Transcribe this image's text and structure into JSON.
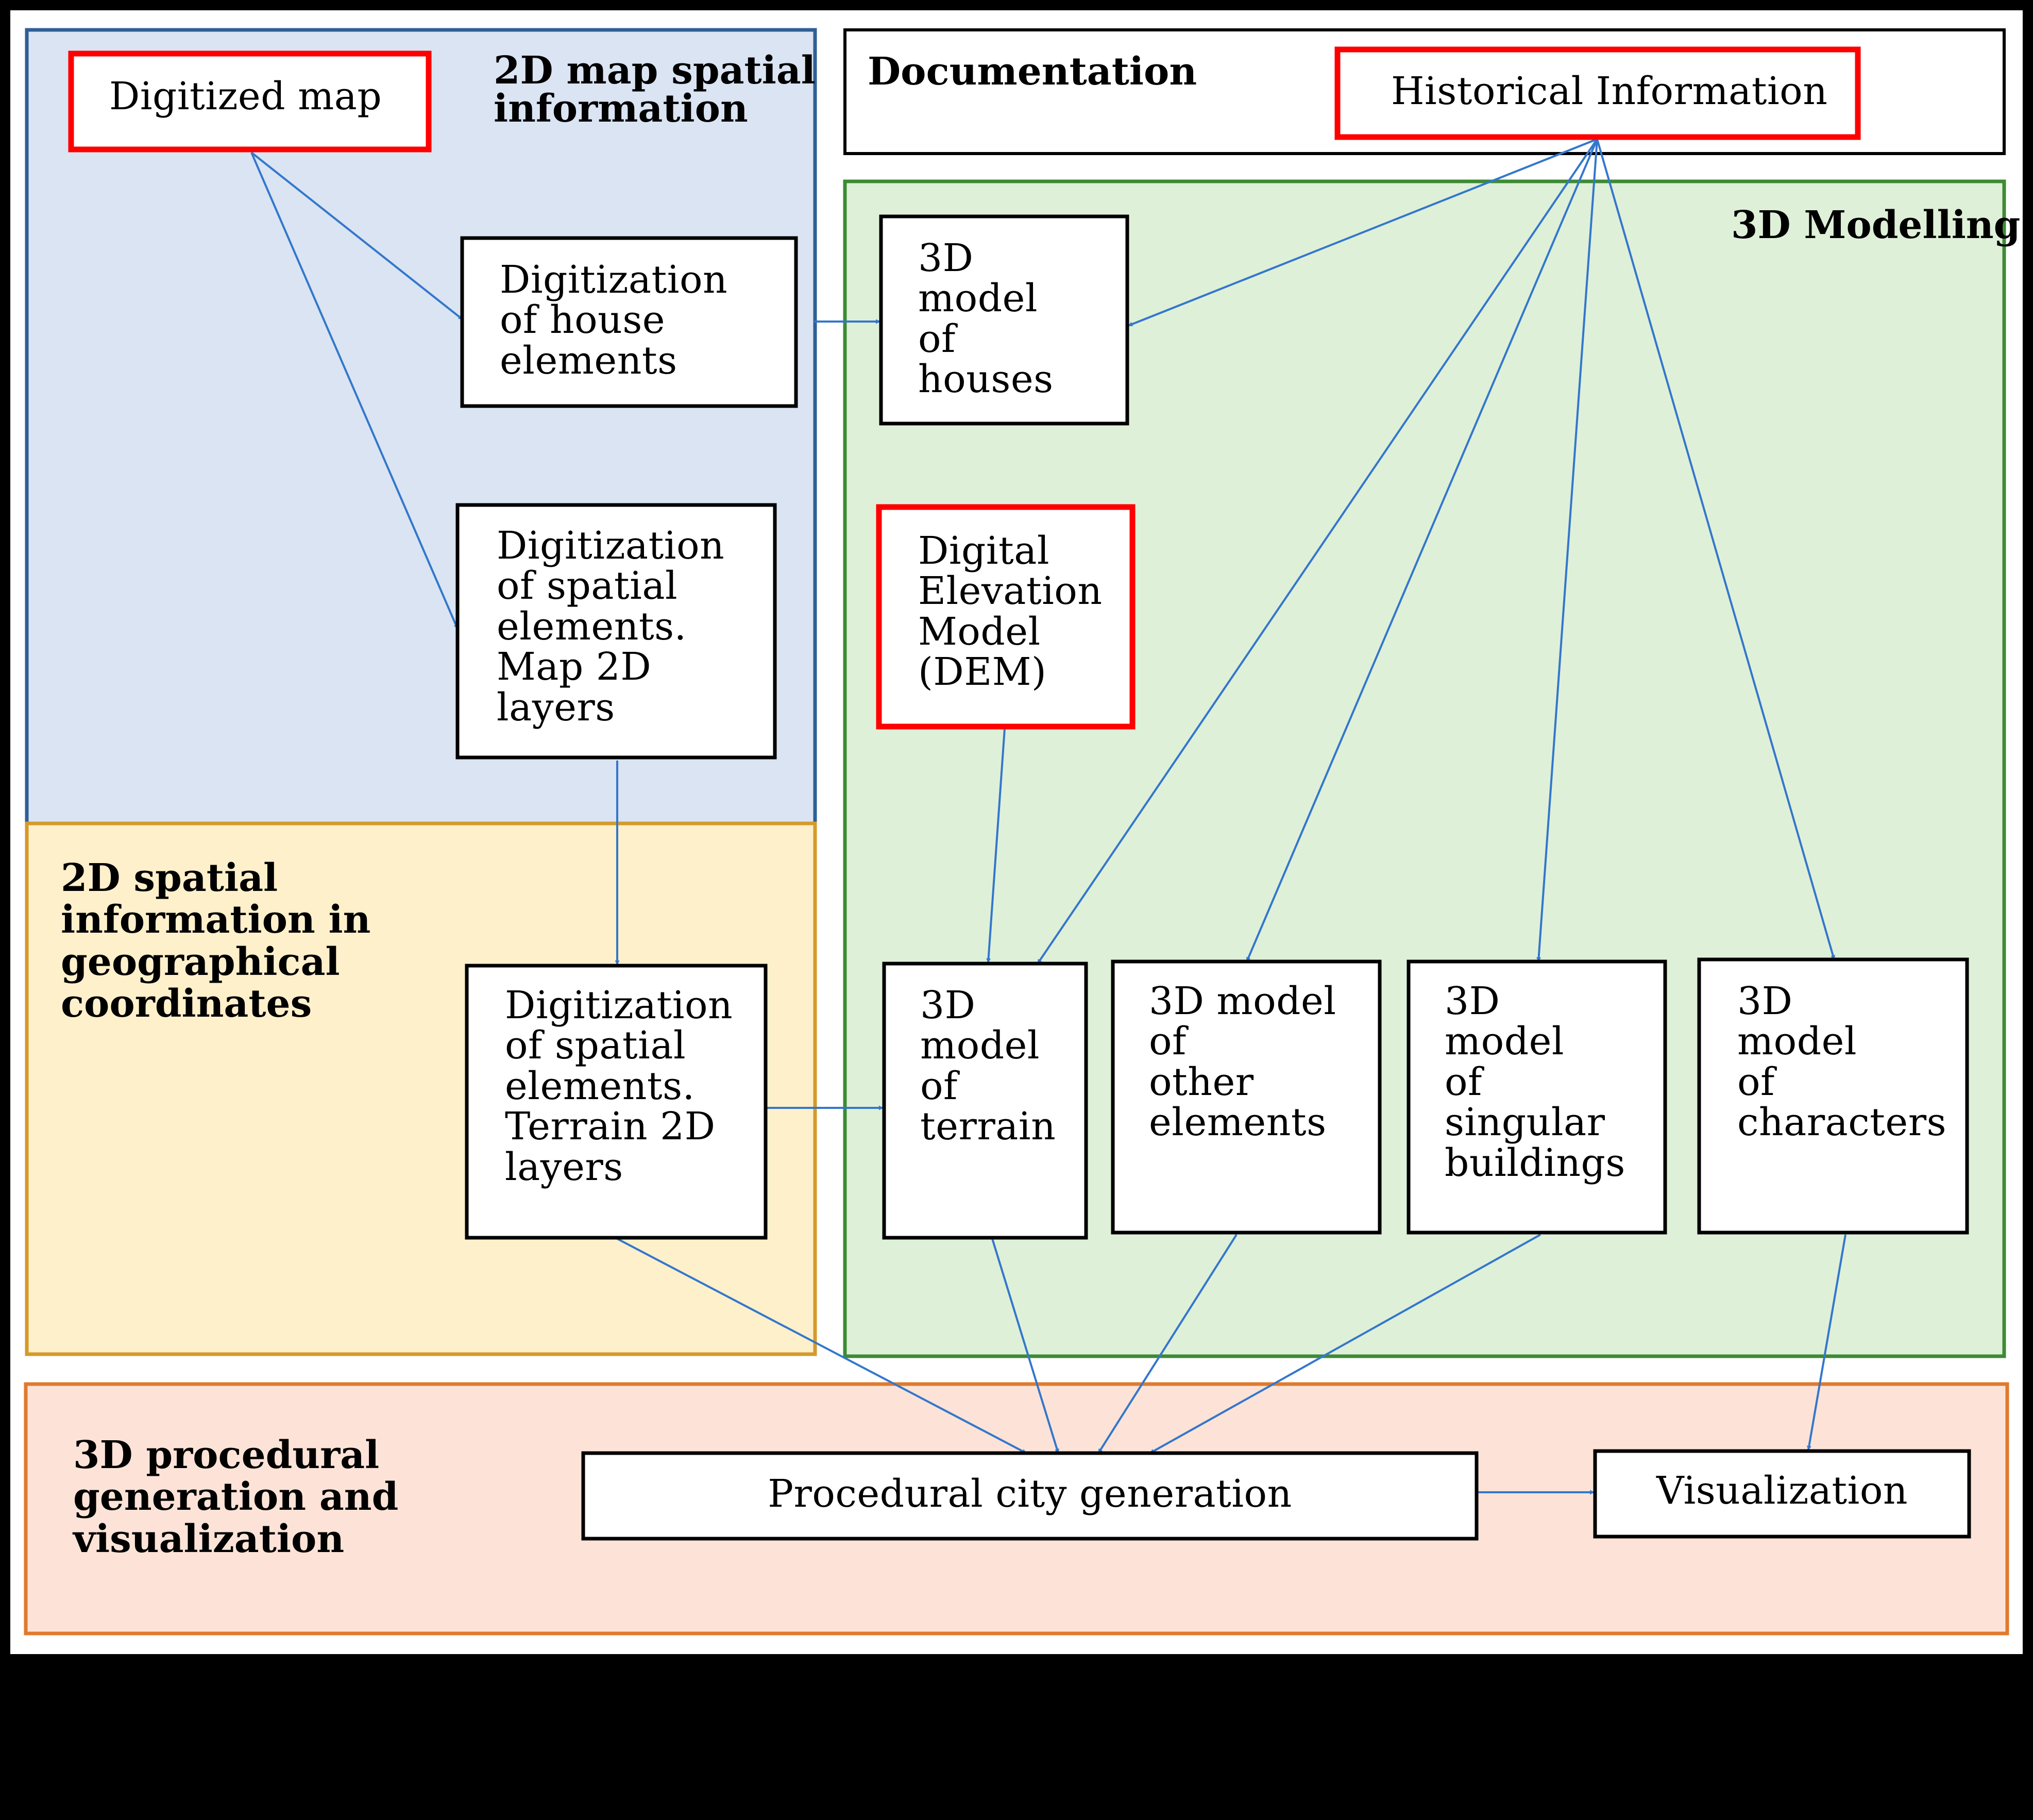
{
  "colors": {
    "page_background": "#000000",
    "canvas_background": "#ffffff",
    "blue_region_fill": "#dae4f2",
    "blue_region_border": "#2f5f96",
    "yellow_region_fill": "#fdf0cb",
    "yellow_region_border": "#d49a2a",
    "green_region_fill": "#dff0d9",
    "green_region_border": "#3d8b35",
    "orange_region_fill": "#fde3d7",
    "orange_region_border": "#e07a2f",
    "highlight_border": "#ff0000",
    "node_border": "#000000",
    "arrow": "#3377cc"
  },
  "regions": {
    "map2d": "2D map spatial\ninformation",
    "spatial2d": "2D spatial\ninformation in\ngeographical\ncoordinates",
    "documentation": "Documentation",
    "modelling": "3D Modelling",
    "procedural": "3D procedural\ngeneration and\nvisualization"
  },
  "nodes": {
    "digitized_map": "Digitized map",
    "historical_info": "Historical Information",
    "digit_house": "Digitization\nof house\nelements",
    "digit_spatial_map": "Digitization\nof spatial\nelements.\nMap 2D\nlayers",
    "digit_spatial_terrain": "Digitization\nof spatial\nelements.\nTerrain 2D\nlayers",
    "model_houses": "3D\nmodel\nof\nhouses",
    "dem": "Digital\nElevation\nModel\n(DEM)",
    "model_terrain": "3D\nmodel\nof\nterrain",
    "model_other": "3D model\nof\nother\nelements",
    "model_singular": "3D\nmodel\nof\nsingular\nbuildings",
    "model_characters": "3D\nmodel\nof\ncharacters",
    "procedural_city": "Procedural city generation",
    "visualization": "Visualization"
  },
  "edges": [
    {
      "from": "digitized_map",
      "to": "digit_house"
    },
    {
      "from": "digitized_map",
      "to": "digit_spatial_map"
    },
    {
      "from": "digit_house",
      "to": "model_houses"
    },
    {
      "from": "historical_info",
      "to": "model_houses"
    },
    {
      "from": "historical_info",
      "to": "model_terrain"
    },
    {
      "from": "historical_info",
      "to": "model_other"
    },
    {
      "from": "historical_info",
      "to": "model_singular"
    },
    {
      "from": "historical_info",
      "to": "model_characters"
    },
    {
      "from": "digit_spatial_map",
      "to": "digit_spatial_terrain"
    },
    {
      "from": "digit_spatial_terrain",
      "to": "model_terrain"
    },
    {
      "from": "dem",
      "to": "model_terrain"
    },
    {
      "from": "digit_spatial_terrain",
      "to": "procedural_city"
    },
    {
      "from": "model_terrain",
      "to": "procedural_city"
    },
    {
      "from": "model_other",
      "to": "procedural_city"
    },
    {
      "from": "model_singular",
      "to": "procedural_city"
    },
    {
      "from": "model_characters",
      "to": "visualization"
    },
    {
      "from": "procedural_city",
      "to": "visualization"
    }
  ]
}
